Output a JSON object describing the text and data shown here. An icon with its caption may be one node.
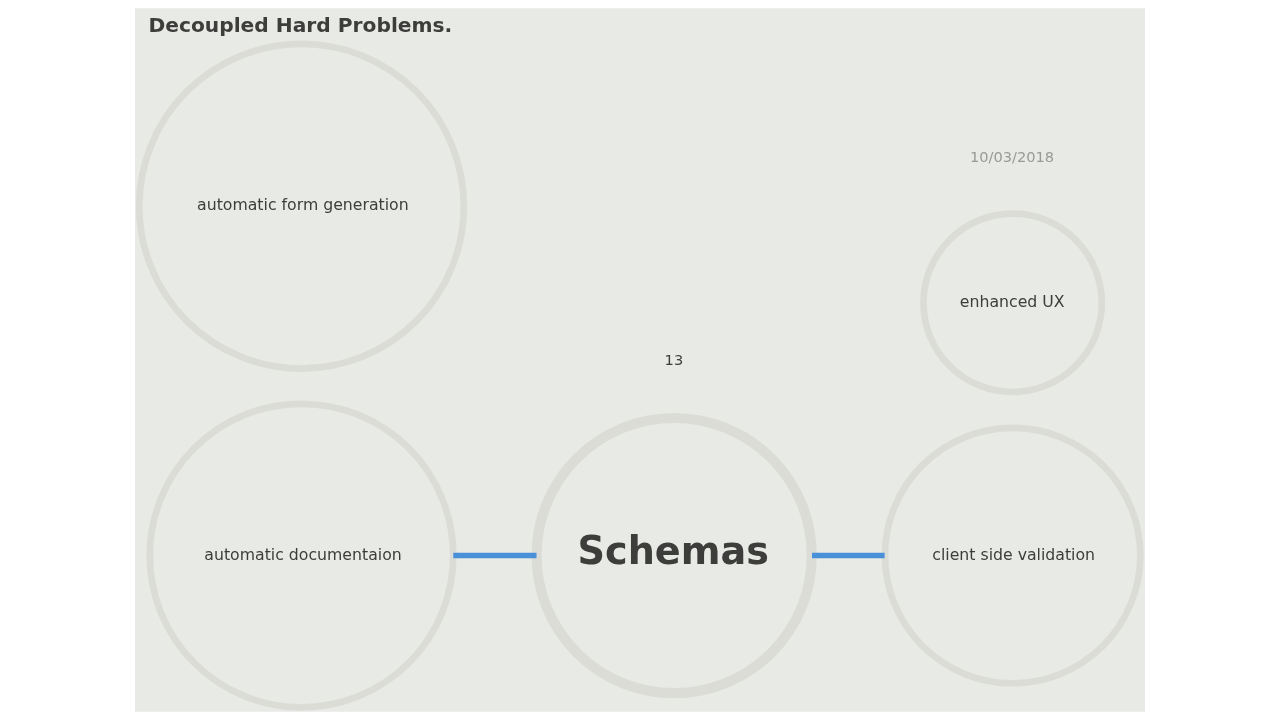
{
  "diagram": {
    "title": "Decoupled Hard Problems.",
    "nodes": [
      {
        "text": [
          "Schemas"
        ]
      },
      {
        "text": [
          "automatic form generation"
        ]
      },
      {
        "text": [
          "client side validation"
        ]
      },
      {
        "text": [
          "enhanced UX"
        ]
      },
      {
        "text": [
          "automatic documentaion"
        ]
      }
    ],
    "edges": [
      {
        "from": 4,
        "to": 0,
        "arrow": "none"
      },
      {
        "from": 0,
        "to": 2,
        "arrow": "none"
      }
    ],
    "labels": [
      "13",
      "10/03/2018"
    ]
  }
}
